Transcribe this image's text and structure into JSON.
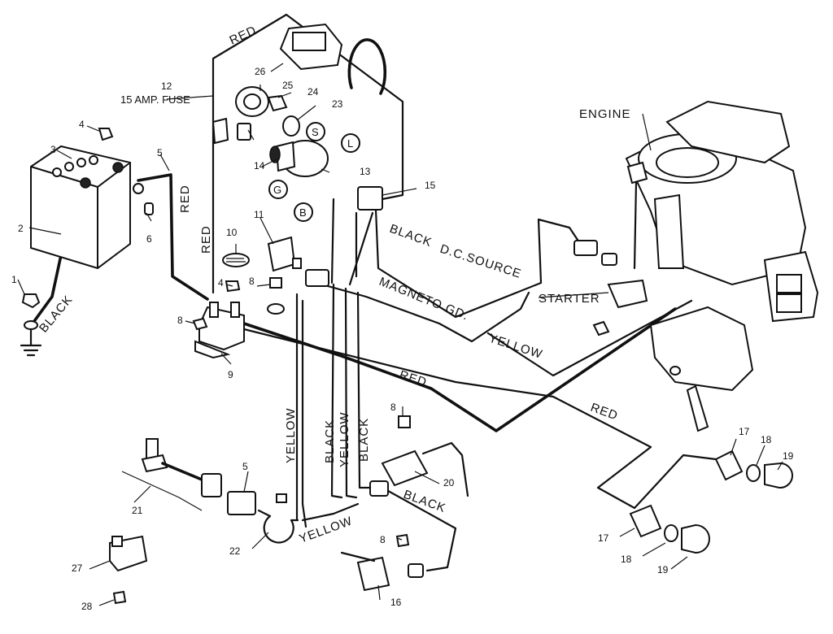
{
  "labels": {
    "engine": "ENGINE",
    "fuse": "15 AMP. FUSE",
    "dc_source": "D.C.SOURCE",
    "magneto": "MAGNETO GD.",
    "starter": "STARTER",
    "red": "RED",
    "black": "BLACK",
    "yellow": "YELLOW"
  },
  "terminals": {
    "s": "S",
    "l": "L",
    "g": "G",
    "b": "B"
  },
  "part_numbers": {
    "p1": "1",
    "p2": "2",
    "p3": "3",
    "p4a": "4",
    "p4b": "4",
    "p5a": "5",
    "p5b": "5",
    "p6": "6",
    "p8a": "8",
    "p8b": "8",
    "p8c": "8",
    "p8d": "8",
    "p9": "9",
    "p10": "10",
    "p11": "11",
    "p12": "12",
    "p13": "13",
    "p14": "14",
    "p15": "15",
    "p16": "16",
    "p17a": "17",
    "p17b": "17",
    "p18a": "18",
    "p18b": "18",
    "p19a": "19",
    "p19b": "19",
    "p20": "20",
    "p21": "21",
    "p22": "22",
    "p23": "23",
    "p24": "24",
    "p25": "25",
    "p26": "26",
    "p27": "27",
    "p28": "28"
  }
}
